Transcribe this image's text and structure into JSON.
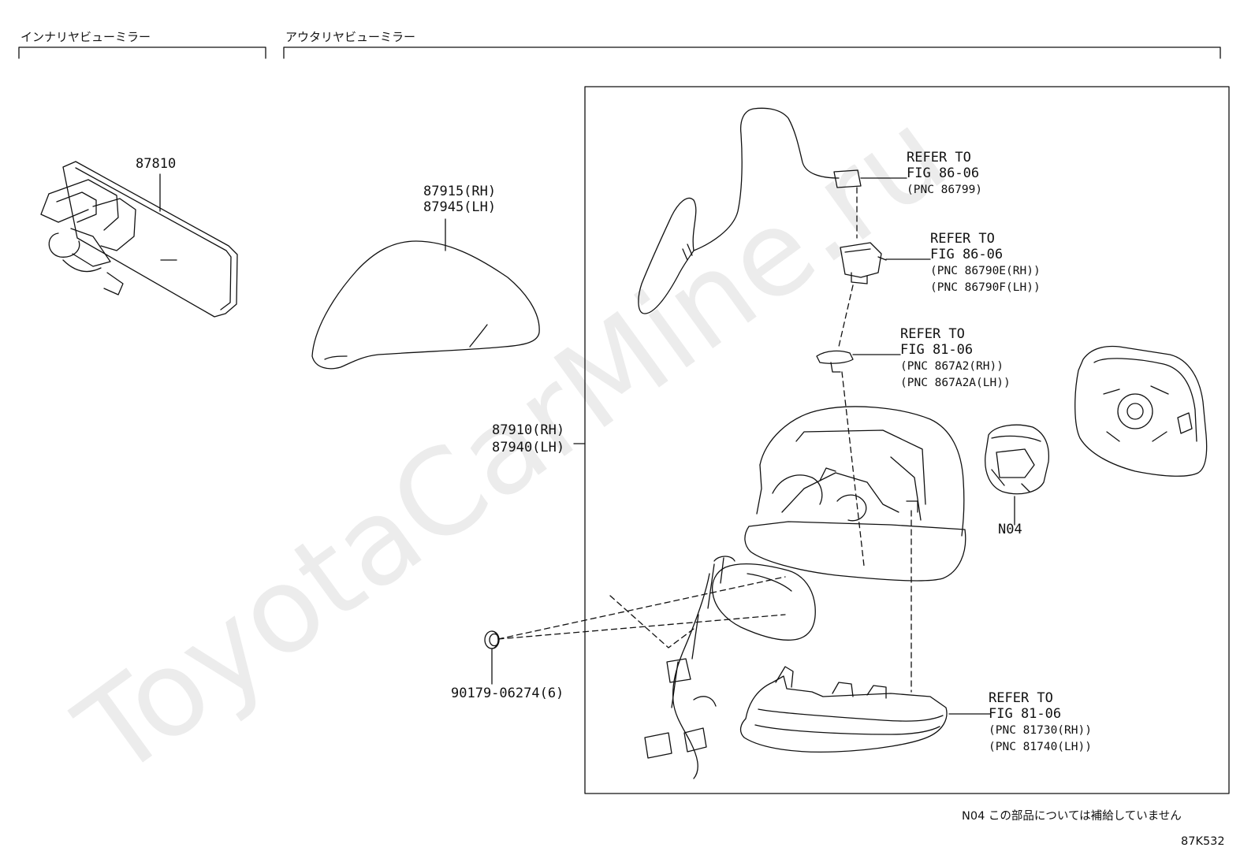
{
  "sections": {
    "inner": "インナリヤビューミラー",
    "outer": "アウタリヤビューミラー"
  },
  "parts": {
    "inner_mirror": "87810",
    "cover": [
      "87915(RH)",
      "87945(LH)"
    ],
    "outer_mirror": [
      "87910(RH)",
      "87940(LH)"
    ],
    "screw": "90179-06274(6)",
    "motor": "N04"
  },
  "refs": [
    {
      "title": "REFER TO",
      "fig": "FIG 86-06",
      "pnc": [
        "(PNC 86799)"
      ]
    },
    {
      "title": "REFER TO",
      "fig": "FIG 86-06",
      "pnc": [
        "(PNC 86790E(RH))",
        "(PNC 86790F(LH))"
      ]
    },
    {
      "title": "REFER TO",
      "fig": "FIG 81-06",
      "pnc": [
        "(PNC 867A2(RH))",
        "(PNC 867A2A(LH))"
      ]
    },
    {
      "title": "REFER TO",
      "fig": "FIG 81-06",
      "pnc": [
        "(PNC 81730(RH))",
        "(PNC 81740(LH))"
      ]
    }
  ],
  "note": "N04 この部品については補給していません",
  "figure_code": "87K532",
  "watermark": "ToyotaCarMine.ru",
  "colors": {
    "line": "#111111",
    "watermark": "#ececec"
  }
}
